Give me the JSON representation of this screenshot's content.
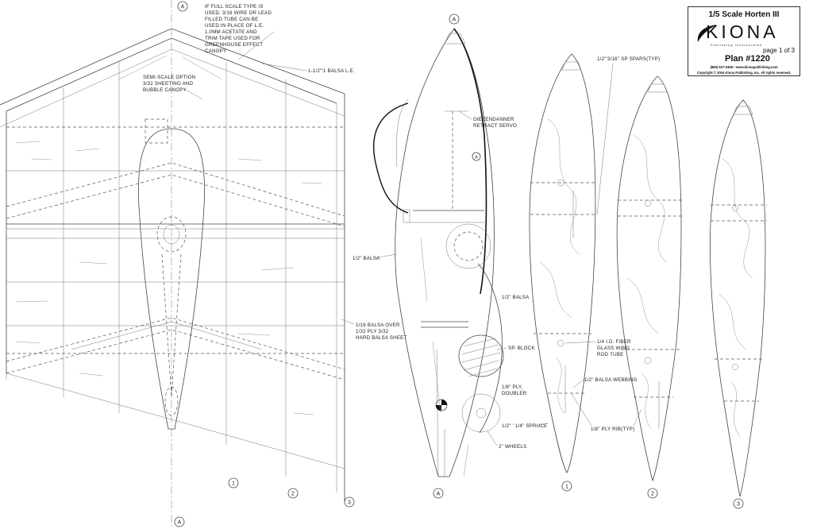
{
  "title_block": {
    "title": "1/5 Scale Horten III",
    "brand": "KIONA",
    "subtitle": "Publishing Incorporated",
    "page": "page 1 of 3",
    "plan": "Plan #1220",
    "phone": "(866) 627-0456 • www.kionapublishing.com",
    "copyright": "Copyright © 2004 Kiona Publishing, Inc. All rights reserved."
  },
  "notes": {
    "wire_l1": "IF FULL SCALE TYPE IS",
    "wire_l2": "USED, 3/16 WIRE OR LEAD",
    "wire_l3": "FILLED TUBE CAN BE",
    "wire_l4": "USED IN PLACE OF L.E.",
    "wire_l5": "1.0MM ACETATE AND",
    "wire_l6": "TRIM TAPE USED FOR",
    "wire_l7": "GREENHOUSE EFFECT",
    "wire_l8": "CANOPY",
    "balsa_le": "1-1/2\"'1 BALSA L.E.",
    "semi_l1": "SEMI-SCALE OPTION",
    "semi_l2": "3/32 SHEETING AND",
    "semi_l3": "BUBBLE CANOPY",
    "sheet_l1": "1/16 BALSA OVER",
    "sheet_l2": "1/32 PLY 3/32",
    "sheet_l3": "HARD BALSA SHEET",
    "servo_l1": "GIEZENDANNER",
    "servo_l2": "RETRACT SERVO",
    "half_balsa_a": "1/2\" BALSA",
    "half_balsa_b": "1/2\" BALSA",
    "sp_block": "SP. BLOCK",
    "ply_l1": "1/8\" PLY,",
    "ply_l2": "DOUBLER",
    "spruce": "1/2\" ' 1/4\" SPRUCE",
    "wheels": "2\" WHEELS",
    "spars": "1/2\"'3/16\" SP SPARS(TYP)",
    "tube_l1": "1/4 I.D. FIBER",
    "tube_l2": "GLASS WING",
    "tube_l3": "ROD TUBE",
    "webbing": "1/2\" BALSA WEBBING",
    "ply_rib": "1/8\" PLY RIB(TYP)"
  },
  "markers": {
    "section_a": "A",
    "station_1": "1",
    "station_2": "2",
    "station_3": "3"
  },
  "colors": {
    "line": "#444444",
    "paper": "#ffffff",
    "ink": "#111111"
  }
}
